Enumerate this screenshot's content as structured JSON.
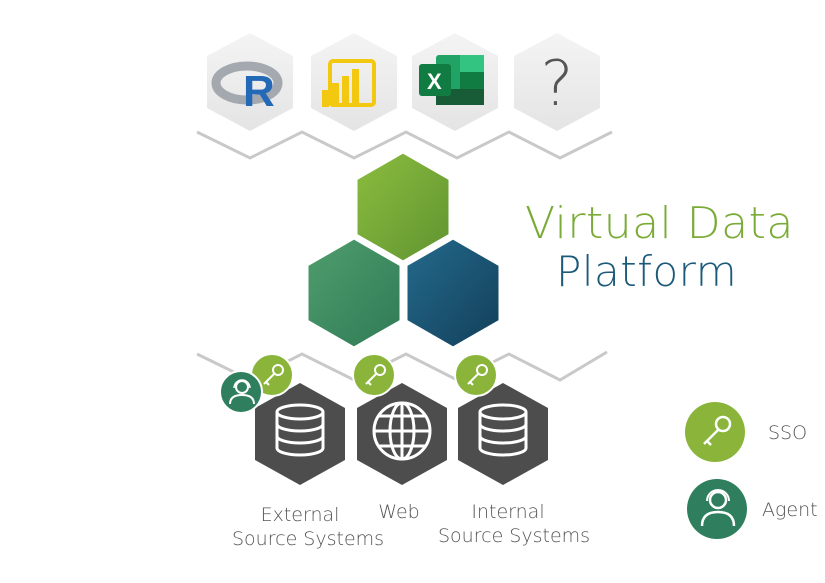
{
  "title": {
    "line1": "Virtual Data",
    "line2": "Platform"
  },
  "tools": [
    {
      "name": "r-logo-icon"
    },
    {
      "name": "power-bi-icon"
    },
    {
      "name": "excel-icon"
    },
    {
      "name": "question-mark-icon",
      "text": "?"
    }
  ],
  "sources": [
    {
      "line1": "External",
      "line2": "Source Systems",
      "icon": "database-icon"
    },
    {
      "line1": "Web",
      "line2": "",
      "icon": "globe-icon"
    },
    {
      "line1": "Internal",
      "line2": "Source Systems",
      "icon": "database-icon"
    }
  ],
  "badges": {
    "r_letter": "R",
    "excel_letter": "X"
  },
  "legend": {
    "sso": "SSO",
    "agent": "Agent"
  },
  "colors": {
    "green": "#7aab36",
    "mid_green": "#3e8d63",
    "teal": "#1c5a7a",
    "dark_gray": "#4d4d4d",
    "light_gray": "#f0f0f0",
    "agent_green": "#2f7f5f"
  }
}
